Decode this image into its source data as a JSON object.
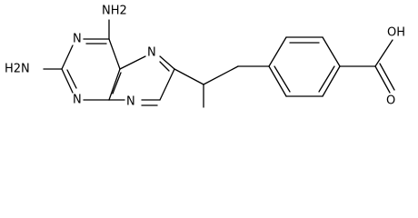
{
  "diagram": {
    "type": "chemical-structure",
    "colors": {
      "bond": "#000000",
      "label": "#000000",
      "background": "#ffffff"
    },
    "labels": {
      "amine_top": "NH2",
      "amine_left": "H2N",
      "n1": "N",
      "n3": "N",
      "n5": "N",
      "n8": "N",
      "acid_oh": "OH",
      "acid_o": "O"
    }
  }
}
